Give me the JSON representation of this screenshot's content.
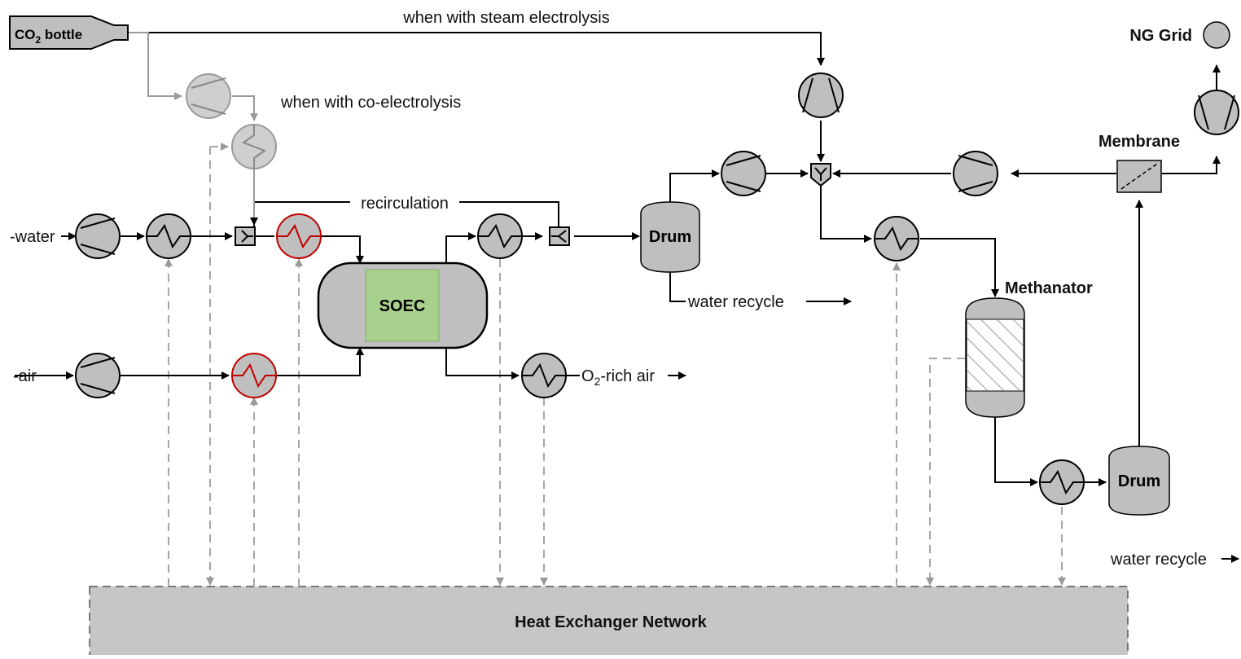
{
  "labels": {
    "co2_bottle_main": "CO",
    "co2_bottle_sub": "2",
    "co2_bottle_tail": " bottle",
    "steam_electrolysis": "when with steam electrolysis",
    "co_electrolysis": "when with co-electrolysis",
    "ng_grid": "NG Grid",
    "membrane": "Membrane",
    "recirculation": "recirculation",
    "water_in": "-water",
    "air_in": "-air",
    "soec": "SOEC",
    "drum_1": "Drum",
    "drum_2": "Drum",
    "water_recycle_1": "water recycle",
    "water_recycle_2": "water recycle",
    "methanator": "Methanator",
    "o2_main": "O",
    "o2_sub": "2",
    "o2_tail": "-rich air",
    "hen": "Heat Exchanger Network"
  },
  "colors": {
    "equipment_fill": "#bfbfbf",
    "soec_core": "#a9d18e",
    "electric_heater_outline": "#c00000",
    "heat_link": "#a6a6a6",
    "co_electrolysis_path": "#9a9a9a"
  }
}
